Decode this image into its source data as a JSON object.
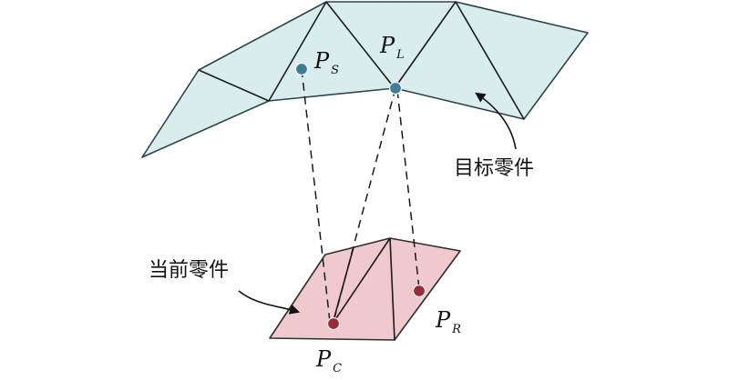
{
  "labels": {
    "target_part": "目标零件",
    "current_part": "当前零件",
    "ps_main": "P",
    "ps_sub": "S",
    "pl_main": "P",
    "pl_sub": "L",
    "pr_main": "P",
    "pr_sub": "R",
    "pc_main": "P",
    "pc_sub": "C"
  },
  "colors": {
    "target_fill": "#d9eeec",
    "current_fill": "#efc9cd",
    "point_blue": "#3d7d99",
    "point_red": "#9a2a33"
  }
}
